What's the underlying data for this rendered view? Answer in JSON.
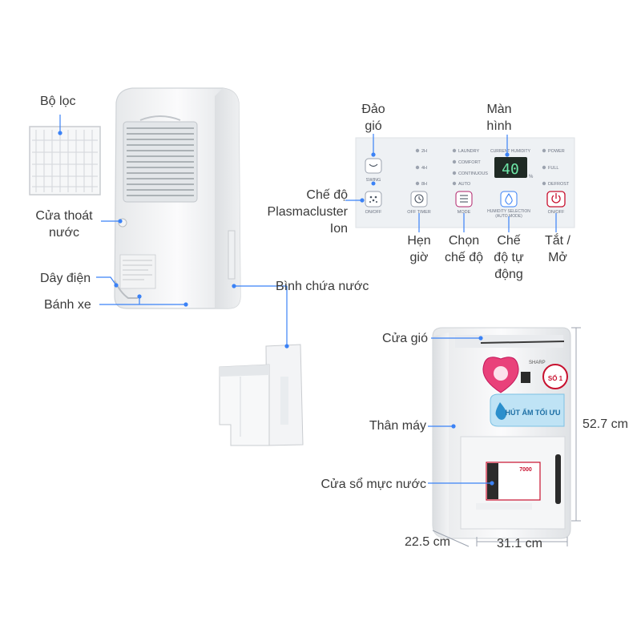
{
  "labels": {
    "filter": "Bộ lọc",
    "drain_outlet": "Cửa thoát nước",
    "power_cord": "Dây điện",
    "wheels": "Bánh xe",
    "water_tank": "Bình chứa nước",
    "swing": "Đảo gió",
    "display": "Màn hình",
    "plasmacluster_mode": "Chế độ Plasmacluster Ion",
    "off_timer": "Hẹn giờ",
    "mode_select": "Chọn chế độ",
    "auto_mode": "Chế độ tự động",
    "on_off": "Tắt / Mở",
    "air_vent": "Cửa gió",
    "body": "Thân máy",
    "water_window": "Cửa sổ mực nước",
    "depth": "22.5 cm",
    "width": "31.1 cm",
    "height": "52.7 cm"
  },
  "panel": {
    "timer_2h": "2H",
    "timer_4h": "4H",
    "timer_8h": "8H",
    "mode_laundry": "LAUNDRY",
    "mode_comfort": "COMFORT",
    "mode_continuous": "CONTINUOUS",
    "mode_auto": "AUTO",
    "current_humidity": "CURRENT HUMIDITY",
    "display_value": "40",
    "percent_sign": "%",
    "status_power": "POWER",
    "status_full": "FULL",
    "status_defrost": "DEFROST",
    "btn_swing": "SWING",
    "btn_ion_onoff": "ON/OFF",
    "btn_off_timer": "OFF TIMER",
    "btn_mode": "MODE",
    "btn_humidity": "HUMIDITY SELECTION",
    "btn_humidity_sub": "(AUTO MODE)",
    "btn_onoff": "ON/OFF"
  },
  "front_decals": {
    "brand": "SHARP",
    "slogan": "HÚT ẨM TỐI ƯU",
    "badge": "SỐ 1",
    "price_tag": "7000"
  },
  "colors": {
    "accent_blue": "#3b82f6",
    "onoff_red": "#c8102e",
    "panel_bg": "#eef1f4",
    "display_bg": "#1f2a24",
    "display_digits": "#6ee7a8"
  }
}
